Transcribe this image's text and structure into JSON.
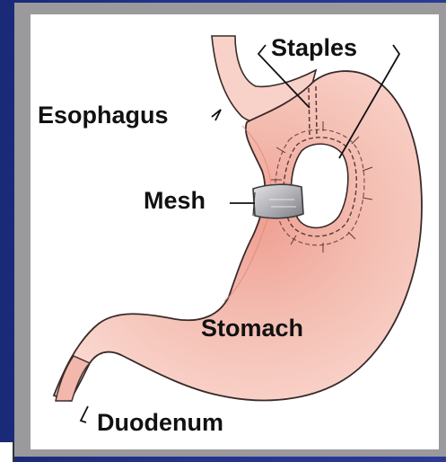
{
  "labels": {
    "staples": "Staples",
    "esophagus": "Esophagus",
    "mesh": "Mesh",
    "stomach": "Stomach",
    "duodenum": "Duodenum"
  },
  "colors": {
    "background": "#1f2f80",
    "frame": "#9a9a9c",
    "stomach_fill": "#f6c7bd",
    "stomach_shade": "#e89a8c",
    "outline": "#3a2a2a",
    "mesh": "#b8b8bc"
  }
}
